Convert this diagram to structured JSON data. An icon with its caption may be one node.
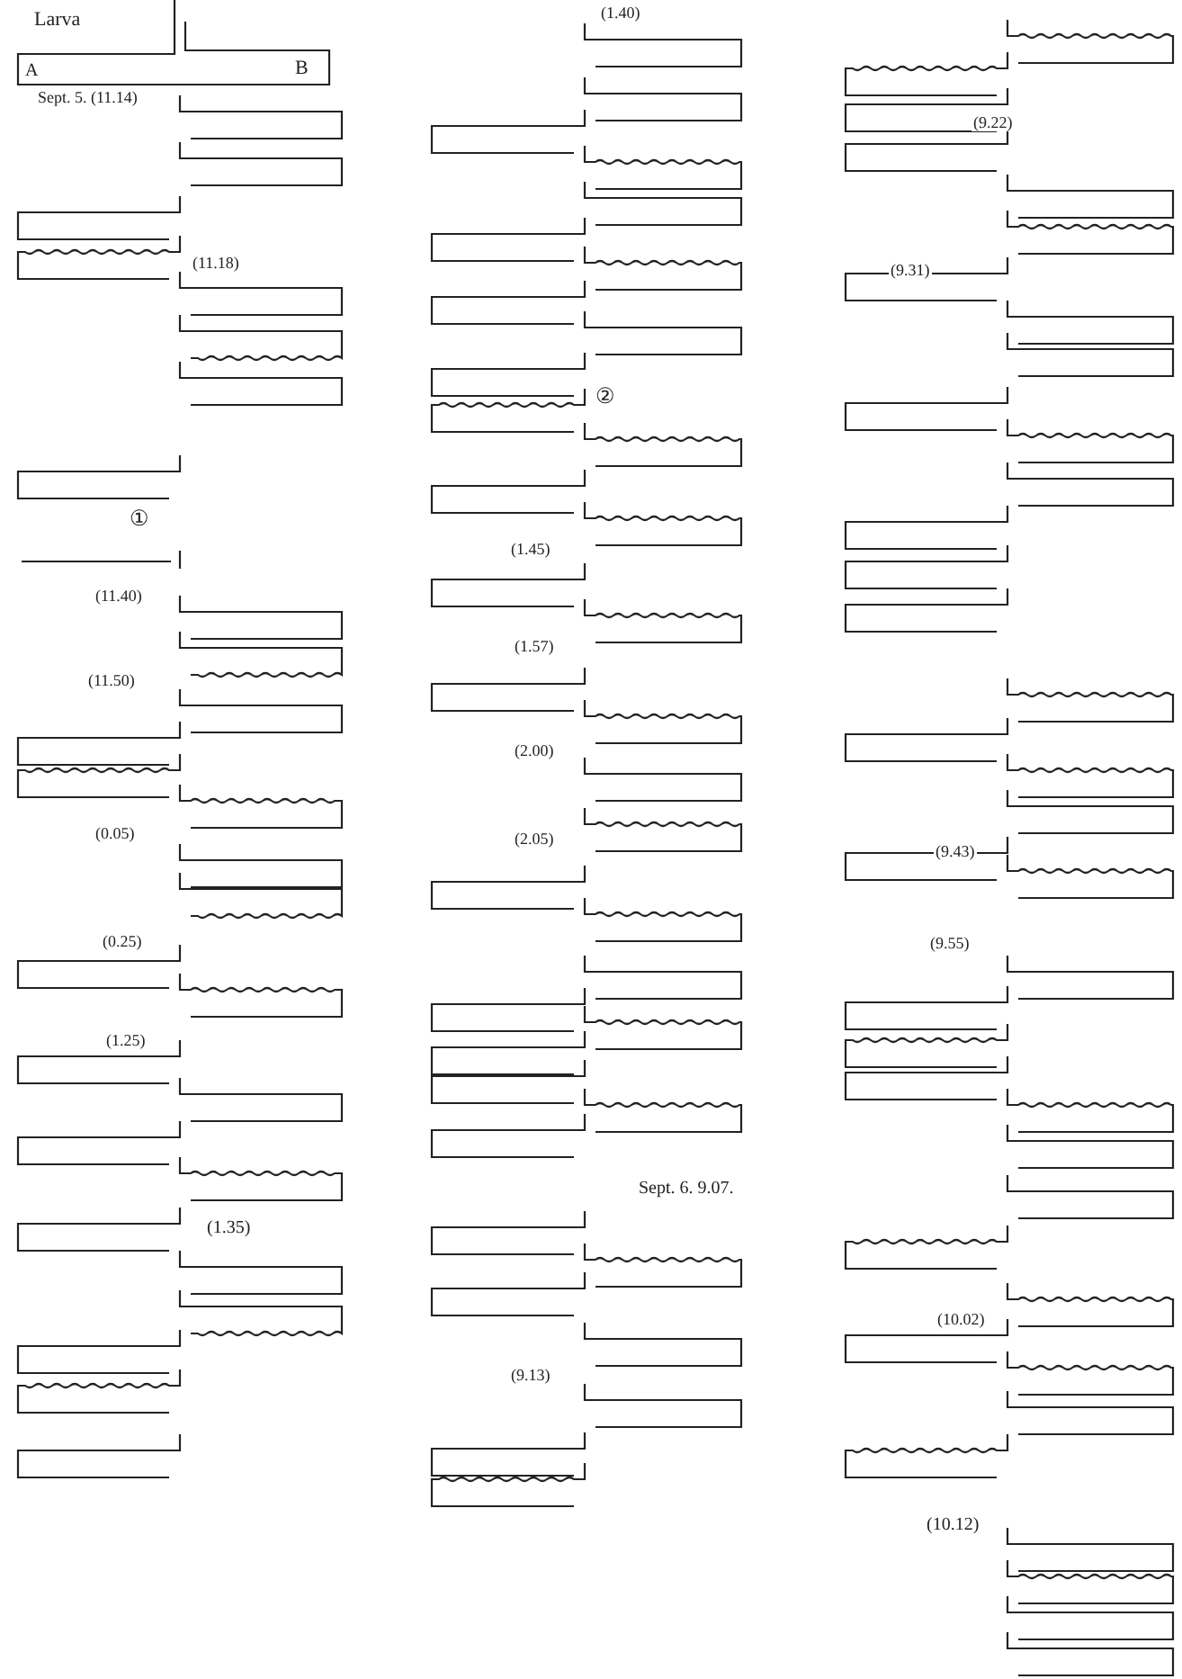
{
  "diagram": {
    "labels": [
      "Larva",
      "A",
      "B",
      "Sept. 5. (11.14)",
      "(11.18)",
      "①",
      "(11.40)",
      "(11.50)",
      "(0.05)",
      "(0.25)",
      "(1.25)",
      "(1.35)",
      "(1.40)",
      "②",
      "(1.45)",
      "(1.57)",
      "(2.00)",
      "(2.05)",
      "Sept. 6. 9.07.",
      "(9.13)",
      "(9.22)",
      "(9.31)",
      "(9.43)",
      "(9.55)",
      "(10.02)",
      "(10.12)"
    ]
  }
}
